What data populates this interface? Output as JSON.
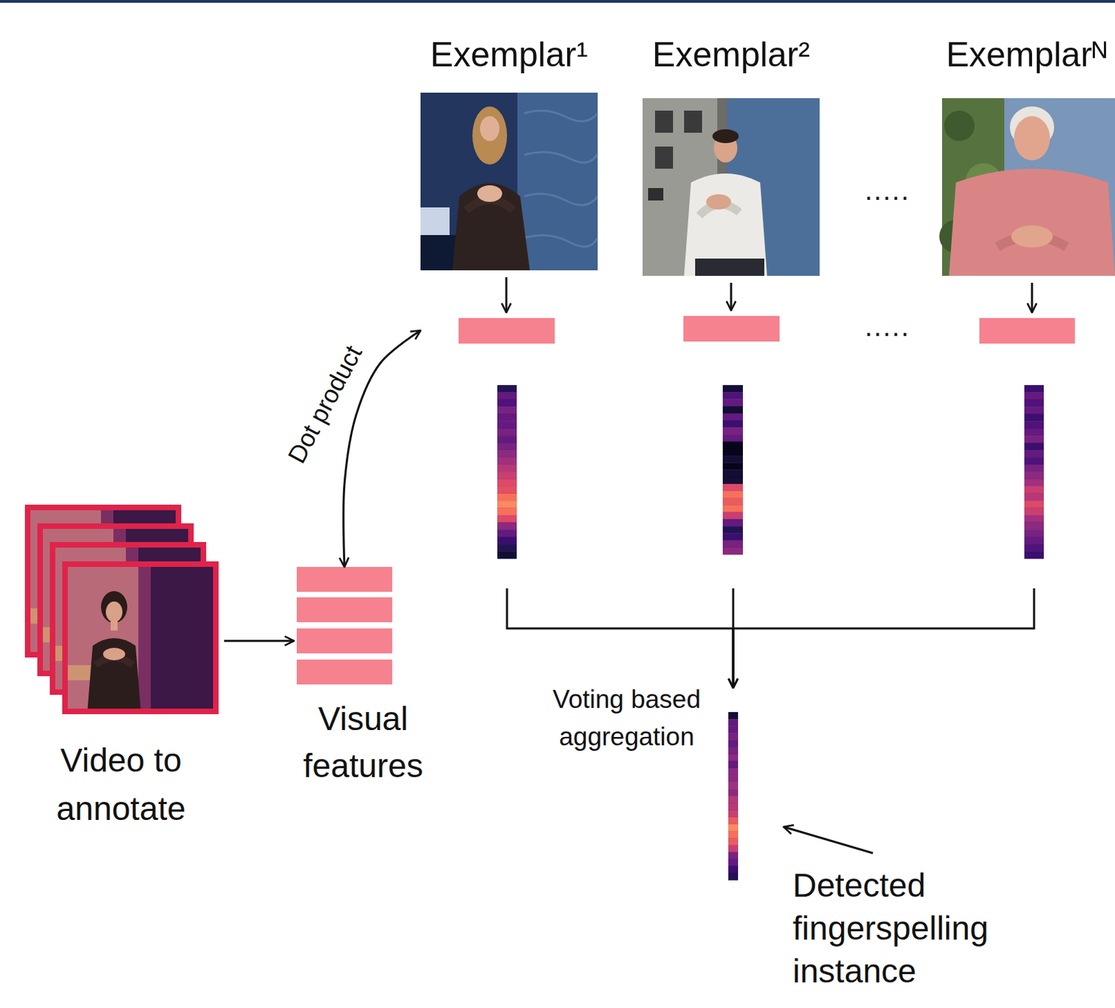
{
  "diagram": {
    "nodes": [
      {
        "text": [
          "Video to annotate"
        ]
      },
      {
        "text": [
          "Visual features"
        ]
      },
      {
        "text": [
          "Exemplar¹"
        ]
      },
      {
        "text": [
          "Exemplar²"
        ]
      },
      {
        "text": [
          "Exemplarᴺ"
        ]
      },
      {
        "text": [
          "Detected fingerspelling instance"
        ]
      }
    ],
    "edges": [
      {
        "from": 0,
        "to": 1,
        "arrow": "to"
      },
      {
        "from": 1,
        "to": 2,
        "label": "Dot product",
        "arrow": "both"
      },
      {
        "from": 2,
        "to": 5,
        "arrow": "to"
      },
      {
        "from": 3,
        "to": 5,
        "label": "Voting based aggregation",
        "arrow": "to"
      },
      {
        "from": 4,
        "to": 5,
        "arrow": "to"
      }
    ],
    "labels": [
      ".....",
      "....."
    ]
  }
}
